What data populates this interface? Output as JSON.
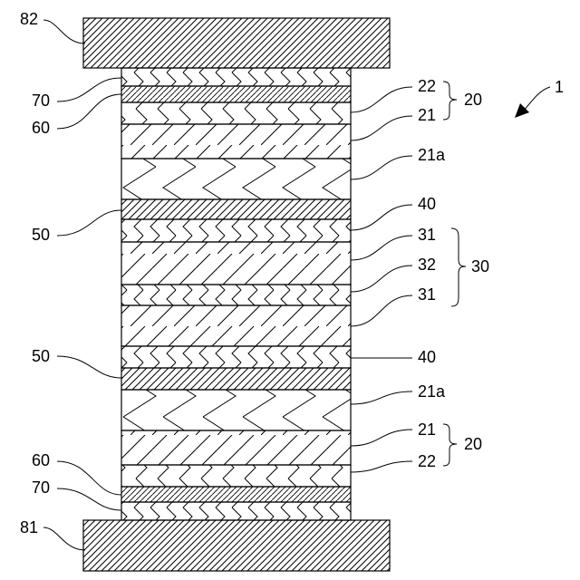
{
  "figure_ref": "1",
  "labels": {
    "top_electrode": "82",
    "bottom_electrode": "81",
    "top_70": "70",
    "top_60": "60",
    "top_22": "22",
    "top_21": "21",
    "top_21a": "21a",
    "top_group_20": "20",
    "top_50": "50",
    "top_40": "40",
    "mid_31_top": "31",
    "mid_32": "32",
    "mid_31_bottom": "31",
    "group_30": "30",
    "bot_50": "50",
    "bot_40": "40",
    "bot_21a": "21a",
    "bot_21": "21",
    "bot_22": "22",
    "bot_group_20": "20",
    "bot_60": "60",
    "bot_70": "70"
  }
}
